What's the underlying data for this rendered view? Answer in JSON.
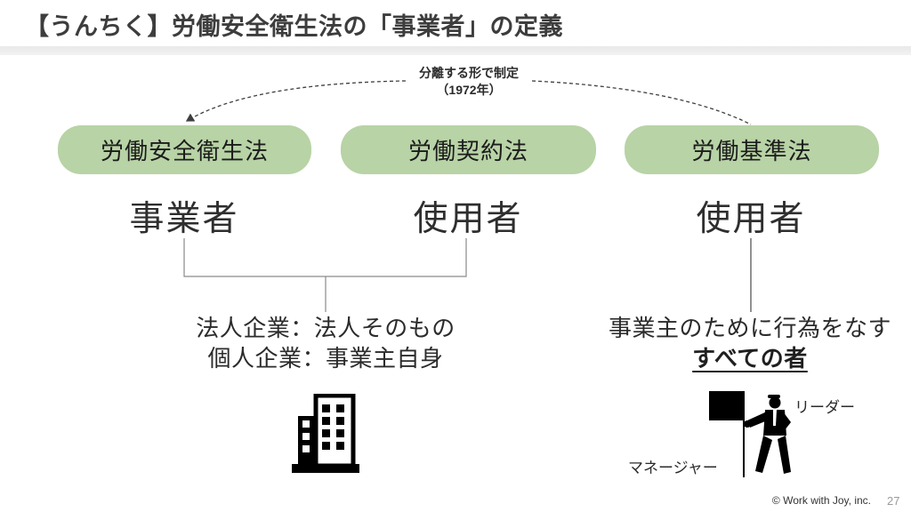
{
  "header": {
    "title": "【うんちく】労働安全衛生法の「事業者」の定義"
  },
  "annotation": {
    "line1": "分離する形で制定",
    "line2": "（1972年）"
  },
  "laws": [
    {
      "label": "労働安全衛生法",
      "role": "事業者"
    },
    {
      "label": "労働契約法",
      "role": "使用者"
    },
    {
      "label": "労働基準法",
      "role": "使用者"
    }
  ],
  "definitions": {
    "left": {
      "line1": "法人企業：法人そのもの",
      "line2": "個人企業：事業主自身"
    },
    "right": {
      "line1": "事業主のために行為をなす",
      "line2": "すべての者"
    }
  },
  "figure_labels": {
    "leader": "リーダー",
    "manager": "マネージャー"
  },
  "icons": {
    "building": "building-icon",
    "flag_person": "flag-bearer-icon"
  },
  "footer": {
    "copyright": "© Work with Joy, inc.",
    "page_number": "27"
  },
  "colors": {
    "law_box_green": "#b8d3a6",
    "title_text": "#3d3d3d",
    "line_gray": "#8a8a8a",
    "dash_line": "#3f3f3f"
  }
}
